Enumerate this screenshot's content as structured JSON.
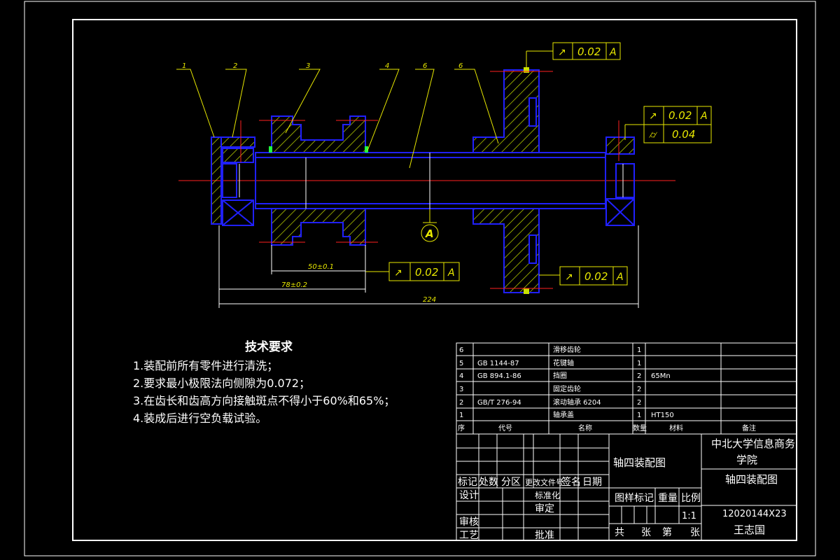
{
  "parts_balloons": [
    "1",
    "2",
    "3",
    "4",
    "6",
    "6"
  ],
  "section_label": "A",
  "tolerances": {
    "gear_top": {
      "symbol": "↗",
      "value": "0.02",
      "datum": "A"
    },
    "bearing_right_runout": {
      "symbol": "↗",
      "value": "0.02",
      "datum": "A"
    },
    "bearing_right_cyl": {
      "symbol": "⌭",
      "value": "0.04"
    },
    "slide_gear": {
      "symbol": "↗",
      "value": "0.02",
      "datum": "A"
    },
    "gear_bottom": {
      "symbol": "↗",
      "value": "0.02",
      "datum": "A"
    }
  },
  "dimensions": {
    "d1": "50±0.1",
    "d2": "78±0.2",
    "total": "224"
  },
  "tech_requirements": {
    "title": "技术要求",
    "items": [
      "1.装配前所有零件进行清洗；",
      "2.要求最小极限法向侧隙为0.072；",
      "3.在齿长和齿高方向接触斑点不得小于60%和65%；",
      "4.装成后进行空负载试验。"
    ]
  },
  "bom": {
    "header": [
      "序",
      "代号",
      "名称",
      "数量",
      "材料",
      "备注"
    ],
    "rows": [
      [
        "6",
        "",
        "滑移齿轮",
        "1",
        "",
        ""
      ],
      [
        "5",
        "GB 1144-87",
        "花键轴",
        "1",
        "",
        ""
      ],
      [
        "4",
        "GB 894.1-86",
        "挡圈",
        "2",
        "65Mn",
        ""
      ],
      [
        "3",
        "",
        "固定齿轮",
        "2",
        "",
        ""
      ],
      [
        "2",
        "GB/T 276-94",
        "滚动轴承 6204",
        "2",
        "",
        ""
      ],
      [
        "1",
        "",
        "轴承盖",
        "1",
        "HT150",
        ""
      ]
    ]
  },
  "title_block": {
    "drawing_name": "轴四装配图",
    "school": "中北大学信息商务学院",
    "drawing_name2": "轴四装配图",
    "code": "12020144X23",
    "author": "王志国",
    "scale": "1:1",
    "labels": {
      "marks": "标记",
      "count": "处数",
      "zone": "分区",
      "doc": "更改文件号",
      "sign": "签名",
      "date": "日期",
      "design": "设计",
      "std": "标准化",
      "check": "审核",
      "craft": "工艺",
      "approve": "审定",
      "ratify": "批准",
      "pattern": "图样标记",
      "weight": "重量",
      "scale_lbl": "比例",
      "total": "共",
      "sheet": "张",
      "no": "第",
      "sheet2": "张"
    }
  }
}
